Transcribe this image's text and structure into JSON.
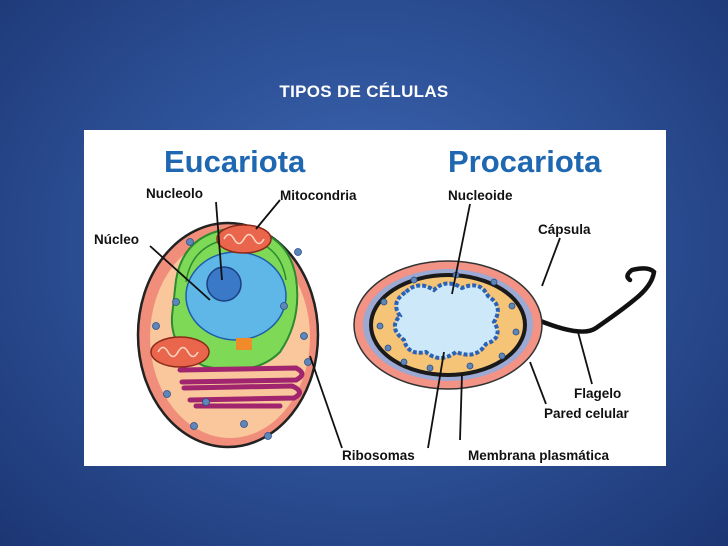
{
  "slide": {
    "title": "TIPOS DE CÉLULAS"
  },
  "diagram": {
    "eukaryote": {
      "heading": "Eucariota",
      "labels": {
        "nucleolo": "Nucleolo",
        "mitocondria": "Mitocondria",
        "nucleo": "Núcleo",
        "ribosomas": "Ribosomas"
      }
    },
    "prokaryote": {
      "heading": "Procariota",
      "labels": {
        "nucleoide": "Nucleoide",
        "capsula": "Cápsula",
        "flagelo": "Flagelo",
        "pared": "Pared celular",
        "membrana": "Membrana plasmática"
      }
    },
    "colors": {
      "heading": "#1f67b0",
      "outline": "#222222",
      "cytoplasm": "#f9c79b",
      "cell_border": "#f08e7b",
      "nucleus": "#5fb7e8",
      "nucleolus": "#3a78c8",
      "er": "#7ed957",
      "mitochondria": "#e9654b",
      "golgi": "#a0246e",
      "ribosome": "#5e86b8",
      "capsule": "#f29386",
      "wall": "#9ba9d3",
      "membrane": "#1a1a1a",
      "bact_cytoplasm": "#f6c476",
      "nucleoid": "#cde9f9",
      "nucleoid_edge": "#2a62b8"
    }
  }
}
